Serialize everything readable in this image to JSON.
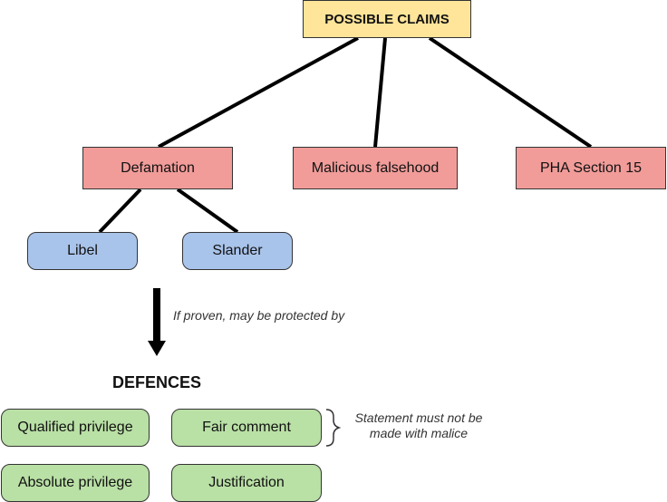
{
  "root": {
    "label": "POSSIBLE CLAIMS"
  },
  "claims": [
    {
      "label": "Defamation"
    },
    {
      "label": "Malicious falsehood"
    },
    {
      "label": "PHA Section 15"
    }
  ],
  "defamation_types": [
    {
      "label": "Libel"
    },
    {
      "label": "Slander"
    }
  ],
  "arrow_label": "If proven, may be protected by",
  "defences": {
    "heading": "DEFENCES",
    "items": [
      {
        "label": "Qualified privilege"
      },
      {
        "label": "Fair comment"
      },
      {
        "label": "Absolute privilege"
      },
      {
        "label": "Justification"
      }
    ]
  },
  "note": {
    "line1": "Statement must not be",
    "line2": "made with malice"
  },
  "colors": {
    "root": "#ffe599",
    "claim": "#f19c99",
    "sub": "#a9c4eb",
    "defence": "#b9e0a5"
  }
}
